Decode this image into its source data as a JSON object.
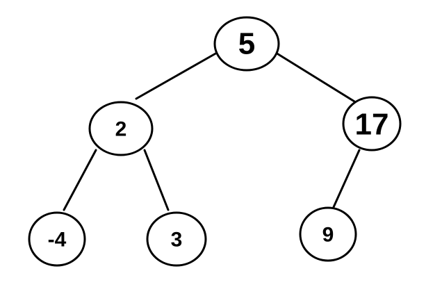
{
  "tree": {
    "nodes": [
      {
        "id": "n5",
        "label": "5"
      },
      {
        "id": "n2",
        "label": "2"
      },
      {
        "id": "n17",
        "label": "17"
      },
      {
        "id": "nm4",
        "label": "-4"
      },
      {
        "id": "n3",
        "label": "3"
      },
      {
        "id": "n9",
        "label": "9"
      }
    ],
    "edges": [
      {
        "from": "5",
        "to": "2"
      },
      {
        "from": "5",
        "to": "17"
      },
      {
        "from": "2",
        "to": "-4"
      },
      {
        "from": "2",
        "to": "3"
      },
      {
        "from": "17",
        "to": "9"
      }
    ]
  },
  "colors": {
    "stroke": "#000000",
    "fill": "#ffffff",
    "text": "#000000"
  }
}
